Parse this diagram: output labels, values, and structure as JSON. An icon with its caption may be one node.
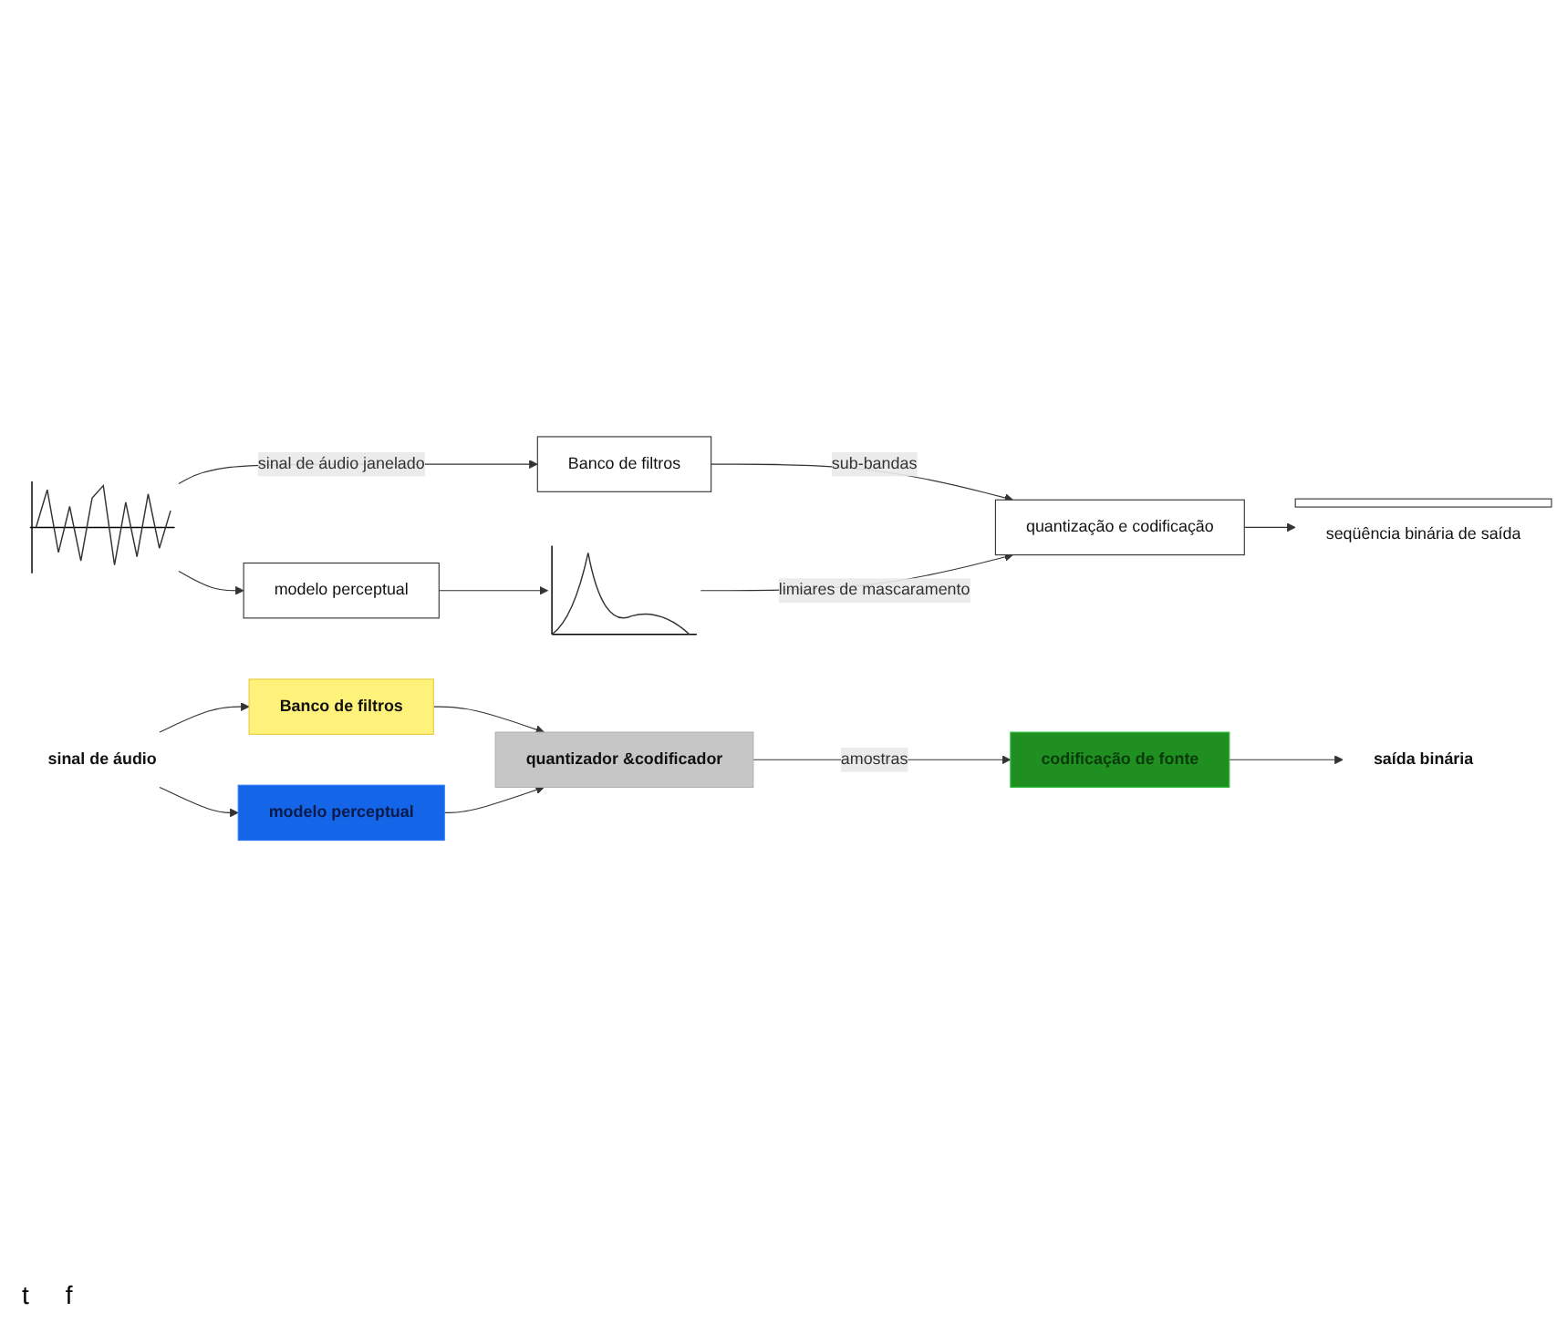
{
  "diagram": {
    "nodes": [
      {
        "text": [],
        "shape": "picture"
      },
      {
        "text": [
          "Banco de filtros"
        ]
      },
      {
        "text": [
          "quantização e codificação"
        ]
      },
      {
        "text": [],
        "shape": "bar",
        "beside": [
          "seqüência binária de saída"
        ]
      },
      {
        "text": [
          "modelo perceptual"
        ]
      },
      {
        "text": [],
        "shape": "picture"
      },
      {
        "text": [
          "sinal de áudio"
        ]
      },
      {
        "text": [
          "Banco de filtros"
        ]
      },
      {
        "text": [
          "quantizador &codificador"
        ]
      },
      {
        "text": [
          "codificação de fonte"
        ]
      },
      {
        "text": [
          "saída binária"
        ]
      },
      {
        "text": [
          "modelo perceptual"
        ]
      }
    ],
    "edges": [
      {
        "from": 0,
        "to": 1,
        "arrow": "to",
        "label": "sinal de áudio janelado"
      },
      {
        "from": 1,
        "to": 2,
        "arrow": "to",
        "label": "sub-bandas"
      },
      {
        "from": 2,
        "to": 3,
        "arrow": "to"
      },
      {
        "from": 0,
        "to": 4,
        "arrow": "to"
      },
      {
        "from": 4,
        "to": 5,
        "arrow": "to"
      },
      {
        "from": 5,
        "to": 2,
        "arrow": "to",
        "label": "limiares de mascaramento"
      },
      {
        "from": 6,
        "to": 7,
        "arrow": "to"
      },
      {
        "from": 6,
        "to": 11,
        "arrow": "to"
      },
      {
        "from": 7,
        "to": 8,
        "arrow": "to"
      },
      {
        "from": 11,
        "to": 8,
        "arrow": "to"
      },
      {
        "from": 8,
        "to": 9,
        "arrow": "to",
        "label": "amostras"
      },
      {
        "from": 9,
        "to": 10,
        "arrow": "to"
      }
    ],
    "labels": [
      "t",
      "f"
    ]
  }
}
